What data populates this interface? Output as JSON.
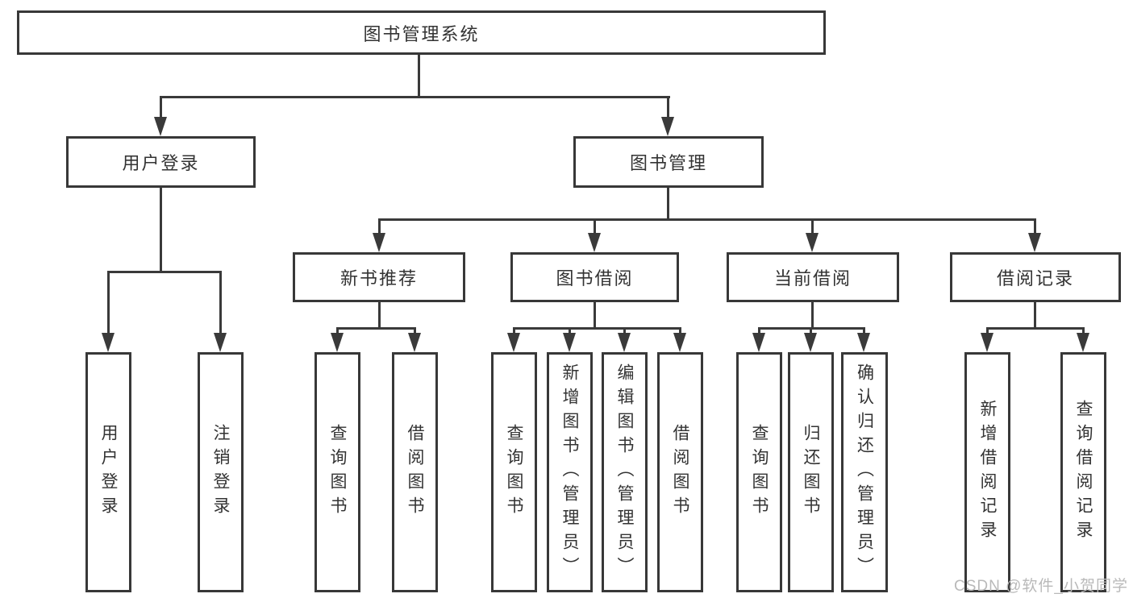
{
  "diagram": {
    "root": {
      "label": "图书管理系统"
    },
    "level2": [
      {
        "label": "用户登录"
      },
      {
        "label": "图书管理"
      }
    ],
    "level3": [
      {
        "label": "新书推荐"
      },
      {
        "label": "图书借阅"
      },
      {
        "label": "当前借阅"
      },
      {
        "label": "借阅记录"
      }
    ],
    "leaves": [
      {
        "label": "用户登录",
        "parent": "用户登录"
      },
      {
        "label": "注销登录",
        "parent": "用户登录"
      },
      {
        "label": "查询图书",
        "parent": "新书推荐"
      },
      {
        "label": "借阅图书",
        "parent": "新书推荐"
      },
      {
        "label": "查询图书",
        "parent": "图书借阅"
      },
      {
        "label": "新增图书（管理员）",
        "parent": "图书借阅"
      },
      {
        "label": "编辑图书（管理员）",
        "parent": "图书借阅"
      },
      {
        "label": "借阅图书",
        "parent": "图书借阅"
      },
      {
        "label": "查询图书",
        "parent": "当前借阅"
      },
      {
        "label": "归还图书",
        "parent": "当前借阅"
      },
      {
        "label": "确认归还（管理员）",
        "parent": "当前借阅"
      },
      {
        "label": "新增借阅记录",
        "parent": "借阅记录"
      },
      {
        "label": "查询借阅记录",
        "parent": "借阅记录"
      }
    ]
  },
  "watermark": {
    "text": "CSDN @软件_小贺同学"
  },
  "colors": {
    "line": "#3a3a3a",
    "box_border": "#383838",
    "text": "#333333",
    "watermark": "#b9b9b9",
    "background": "#ffffff"
  }
}
